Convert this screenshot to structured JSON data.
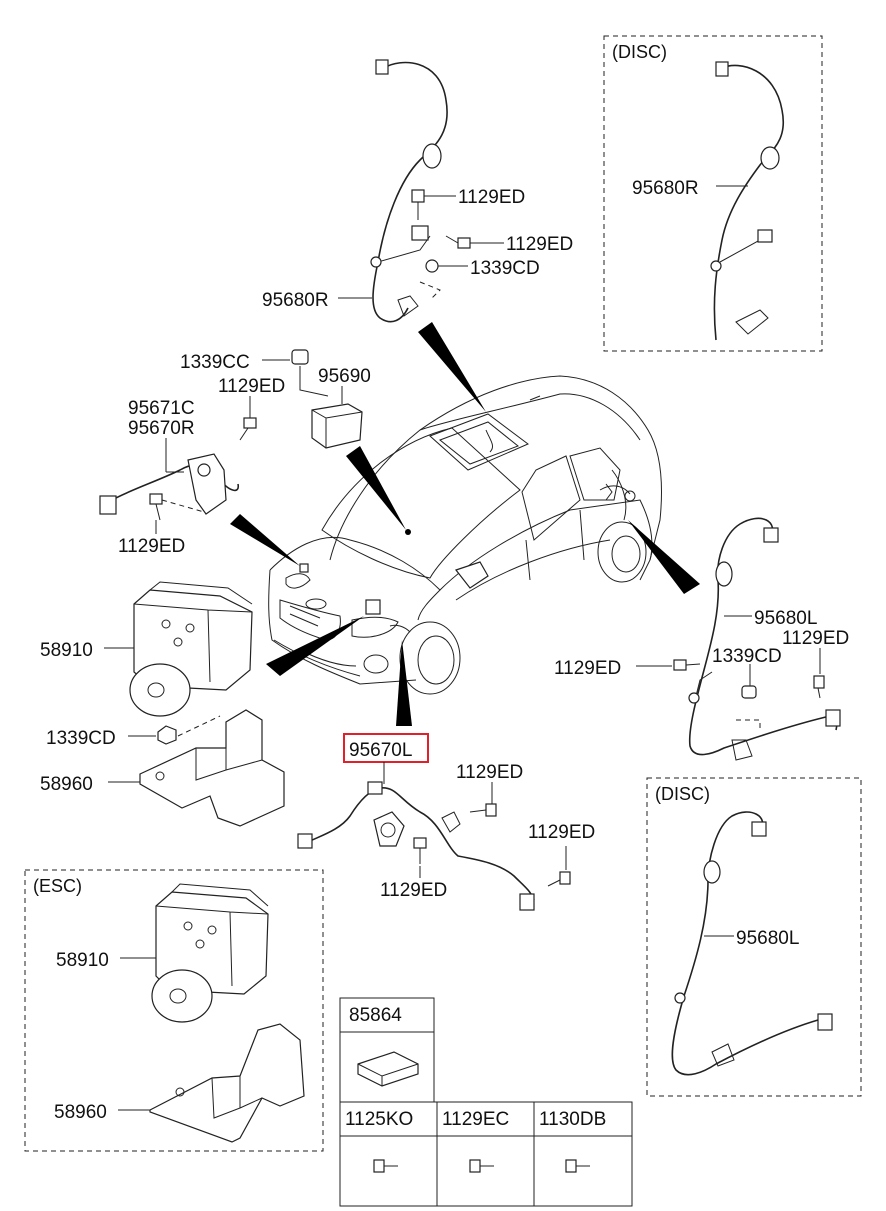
{
  "labels": {
    "sensor_fr_top": "95680R",
    "bolt_top_1": "1129ED",
    "bolt_top_2": "1129ED",
    "nut_top": "1339CD",
    "disc_box_top_title": "(DISC)",
    "disc_box_top_part": "95680R",
    "nut_cc": "1339CC",
    "bolt_left_upper": "1129ED",
    "yaw_sensor": "95690",
    "sensor_fl_c": "95671C",
    "sensor_fr_r": "95670R",
    "bolt_left_lower": "1129ED",
    "hecu": "58910",
    "nut_bracket": "1339CD",
    "bracket": "58960",
    "highlighted_part": "95670L",
    "bolt_mid_1": "1129ED",
    "bolt_mid_2": "1129ED",
    "bolt_mid_3": "1129ED",
    "sensor_rl": "95680L",
    "bolt_right_1": "1129ED",
    "bolt_right_2": "1129ED",
    "nut_right": "1339CD",
    "disc_box_bottom_title": "(DISC)",
    "disc_box_bottom_part": "95680L",
    "esc_box_title": "(ESC)",
    "esc_hecu": "58910",
    "esc_bracket": "58960"
  },
  "parts_table": {
    "header": "85864",
    "columns": [
      "1125KO",
      "1129EC",
      "1130DB"
    ]
  },
  "colors": {
    "highlight": "#e0202a",
    "ink": "#222222"
  }
}
